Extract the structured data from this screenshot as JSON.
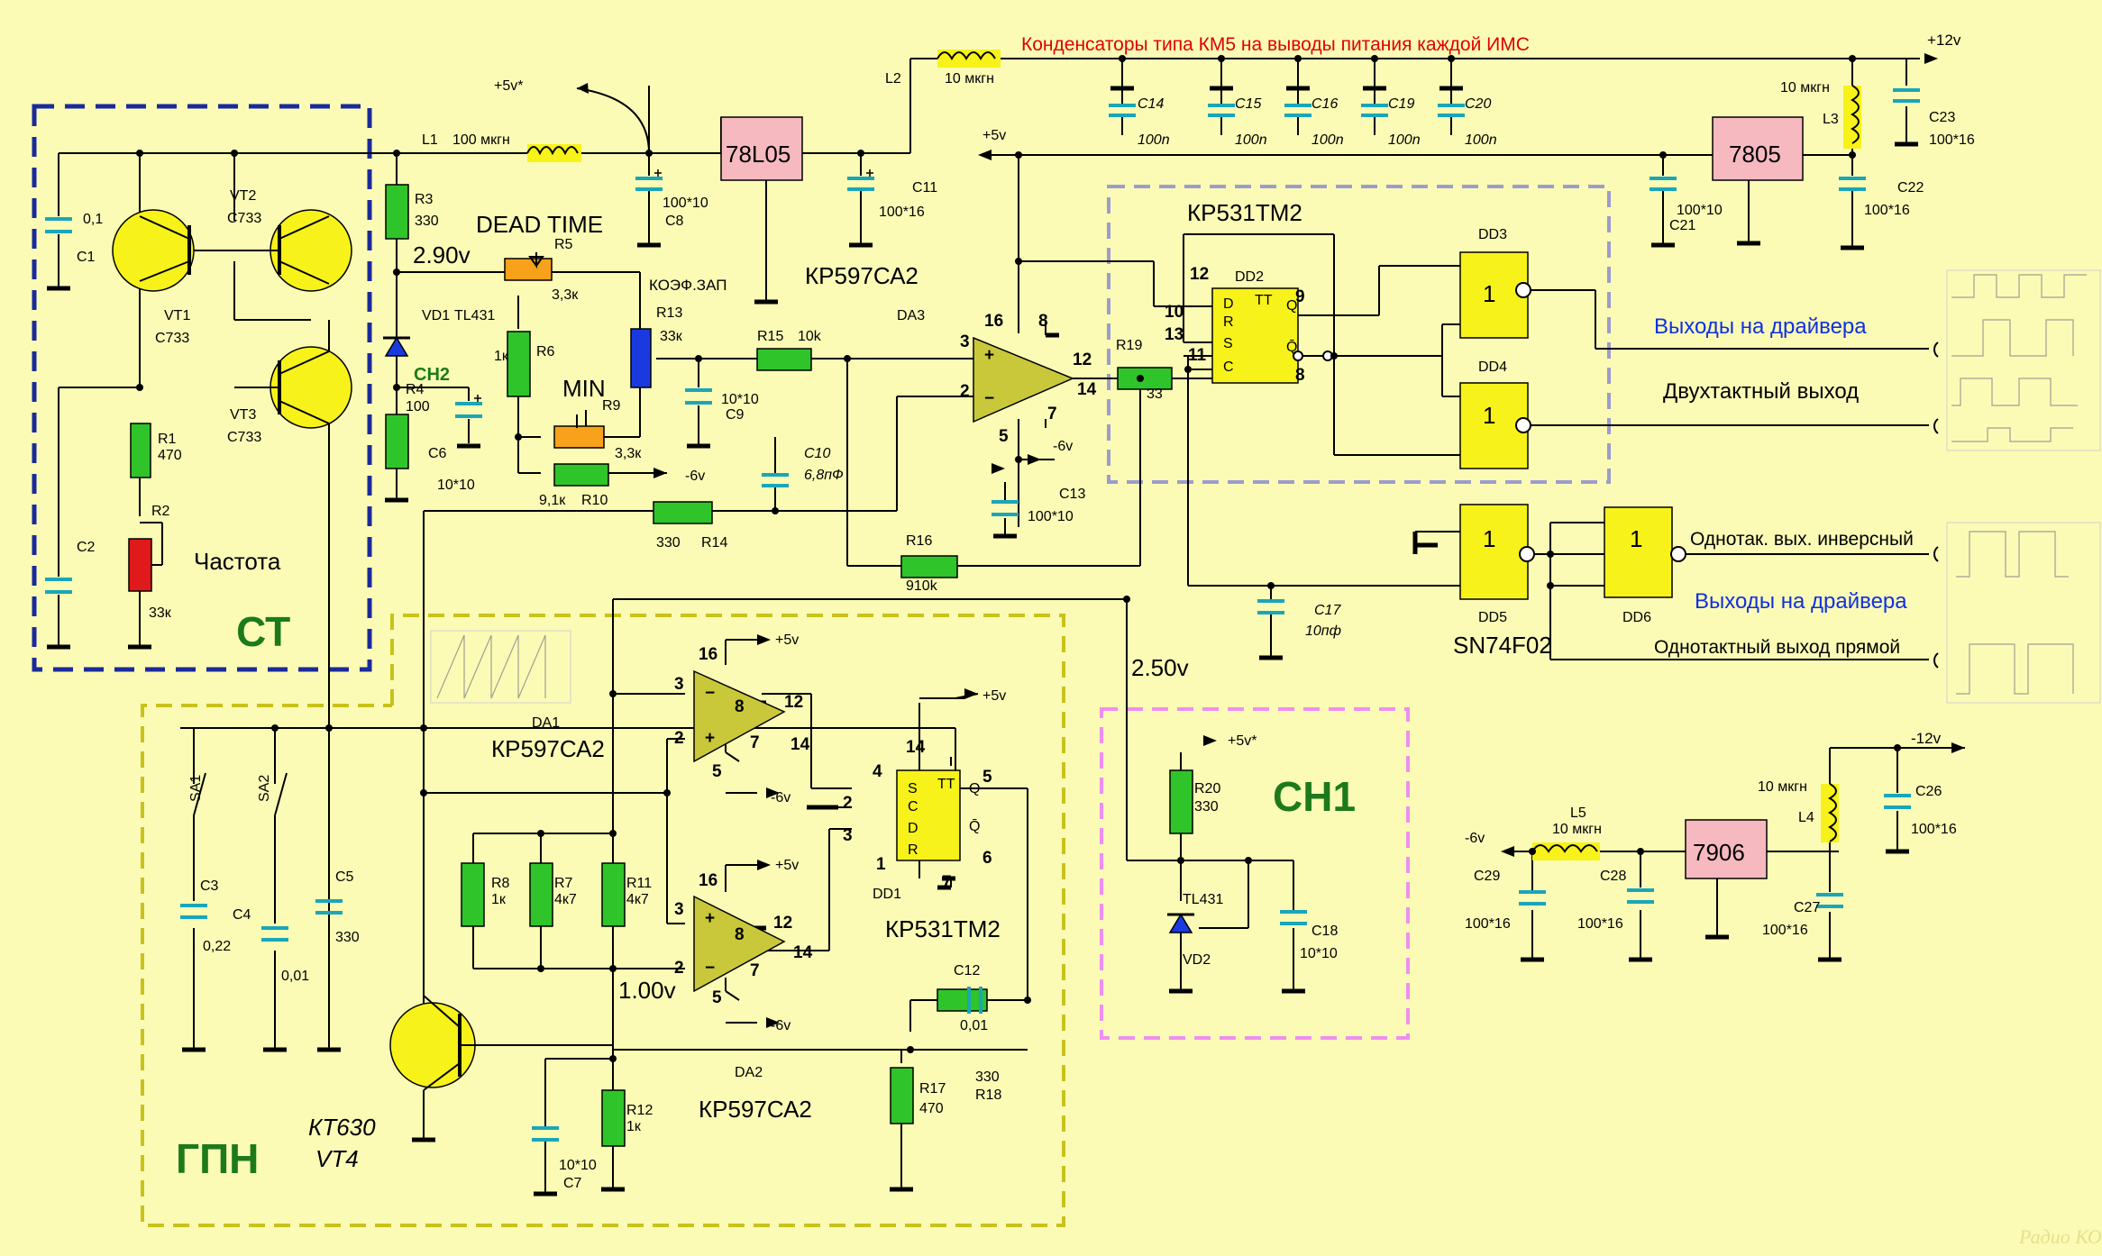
{
  "blocks": {
    "st": "СТ",
    "gpn": "ГПН",
    "sn1": "СН1",
    "sn2": "СН2"
  },
  "notes": {
    "caps_note": "Конденсаторы типа КМ5 на выводы питания каждой ИМС",
    "dead_time": "DEAD TIME",
    "min": "MIN",
    "koef": "КОЭФ.ЗАП",
    "chastota": "Частота",
    "v290": "2.90v",
    "v250": "2.50v",
    "v100": "1.00v"
  },
  "rails": {
    "p12": "+12v",
    "m12": "-12v",
    "p5": "+5v",
    "p5s": "+5v*",
    "m6": "-6v"
  },
  "ics": {
    "r78l05": "78L05",
    "r7805": "7805",
    "r7906": "7906",
    "dd2_title": "КР531ТМ2",
    "dd2": "DD2",
    "da3_name": "КР597СА2",
    "da3": "DA3",
    "da1": "DA1",
    "da1_name": "КР597СА2",
    "da2": "DA2",
    "da2_name": "КР597СА2",
    "dd1": "DD1",
    "dd1_name": "КР531ТМ2",
    "dd5_name": "SN74F02",
    "dd3": "DD3",
    "dd4": "DD4",
    "dd5": "DD5",
    "dd6": "DD6",
    "tt": "TT",
    "one": "1"
  },
  "transistors": {
    "vt1": "VT1",
    "vt1t": "C733",
    "vt2": "VT2",
    "vt2t": "C733",
    "vt3": "VT3",
    "vt3t": "C733",
    "vt4a": "КТ630",
    "vt4b": "VT4"
  },
  "diodes": {
    "vd1": "VD1",
    "vd1t": "TL431",
    "vd2": "VD2",
    "vd2t": "TL431"
  },
  "inductors": {
    "l1": "L1",
    "l1v": "100 мкгн",
    "l2": "L2",
    "l2v": "10 мкгн",
    "l3": "L3",
    "l3v": "10 мкгн",
    "l4": "L4",
    "l4v": "10 мкгн",
    "l5": "L5",
    "l5v": "10 мкгн"
  },
  "resistors": {
    "r1": "R1",
    "r1v": "470",
    "r2": "R2",
    "r2v": "33к",
    "r3": "R3",
    "r3v": "330",
    "r4": "R4",
    "r4v": "100",
    "r5": "R5",
    "r5v": "3,3к",
    "r6": "R6",
    "r6v": "1к",
    "r9": "R9",
    "r9v": "3,3к",
    "r10": "R10",
    "r10v": "9,1к",
    "r13": "R13",
    "r13v": "33к",
    "r14": "R14",
    "r14v": "330",
    "r15": "R15",
    "r15v": "10k",
    "r16": "R16",
    "r16v": "910k",
    "r19": "R19",
    "r19v": "33",
    "r20": "R20",
    "r20v": "330",
    "r8": "R8",
    "r8v": "1к",
    "r7": "R7",
    "r7v": "4к7",
    "r11": "R11",
    "r11v": "4к7",
    "r12": "R12",
    "r12v": "1к",
    "r17": "R17",
    "r17v": "470",
    "r18": "R18",
    "r18v": "330"
  },
  "capacitors": {
    "c1": "C1",
    "c1v": "0,1",
    "c2": "C2",
    "c3": "C3",
    "c3v": "0,22",
    "c4": "C4",
    "c4v": "0,01",
    "c5": "C5",
    "c5v": "330",
    "c6": "C6",
    "c6v": "10*10",
    "c7": "C7",
    "c7v": "10*10",
    "c8": "C8",
    "c8v": "100*10",
    "c9": "C9",
    "c9v": "10*10",
    "c10": "C10",
    "c10v": "6,8пФ",
    "c11": "C11",
    "c11v": "100*16",
    "c12": "C12",
    "c12v": "0,01",
    "c13": "C13",
    "c13v": "100*10",
    "c14": "C14",
    "c15": "C15",
    "c16": "C16",
    "c19": "C19",
    "c20": "C20",
    "c100n": "100n",
    "c17": "C17",
    "c17v": "10пф",
    "c18": "C18",
    "c18v": "10*10",
    "c21": "C21",
    "c21v": "100*10",
    "c22": "C22",
    "c22v": "100*16",
    "c23": "C23",
    "c23v": "100*16",
    "c26": "C26",
    "c26v": "100*16",
    "c27": "C27",
    "c27v": "100*16",
    "c28": "C28",
    "c28v": "100*16",
    "c29": "C29",
    "c29v": "100*16"
  },
  "switches": {
    "sa1": "SA1",
    "sa2": "SA2"
  },
  "pins": {
    "p1": "1",
    "p2": "2",
    "p3": "3",
    "p4": "4",
    "p5": "5",
    "p6": "6",
    "p7": "7",
    "p8": "8",
    "p9": "9",
    "p10": "10",
    "p11": "11",
    "p12": "12",
    "p13": "13",
    "p14": "14",
    "p16": "16",
    "d": "D",
    "r": "R",
    "s": "S",
    "c": "C",
    "q": "Q",
    "qn": "Q̄"
  },
  "outputs": {
    "drv1": "Выходы на драйвера",
    "push": "Двухтактный выход",
    "inv": "Однотак. вых. инверсный",
    "drv2": "Выходы на драйвера",
    "direct": "Однотактный выход прямой"
  },
  "watermark": "Радио КОТ"
}
